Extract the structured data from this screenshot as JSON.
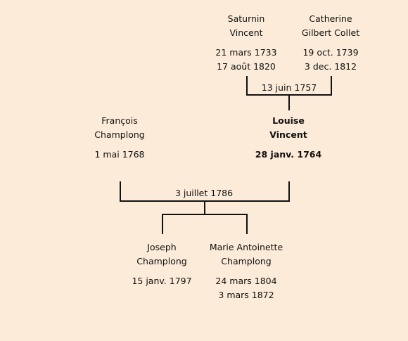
{
  "people": {
    "saturnin": {
      "first": "Saturnin",
      "last": "Vincent",
      "birth": "21 mars 1733",
      "death": "17 août 1820"
    },
    "catherine": {
      "first": "Catherine",
      "last": "Gilbert Collet",
      "birth": "19 oct. 1739",
      "death": "3 dec. 1812"
    },
    "francois": {
      "first": "François",
      "last": "Champlong",
      "birth": "1 mai 1768"
    },
    "louise": {
      "first": "Louise",
      "last": "Vincent",
      "birth": "28 janv. 1764"
    },
    "joseph": {
      "first": "Joseph",
      "last": "Champlong",
      "birth": "15 janv. 1797"
    },
    "marie": {
      "first": "Marie Antoinette",
      "last": "Champlong",
      "birth": "24 mars 1804",
      "death": "3 mars 1872"
    }
  },
  "marriages": {
    "parents": "13 juin 1757",
    "couple": "3 juillet 1786"
  },
  "line_color": "#111111"
}
